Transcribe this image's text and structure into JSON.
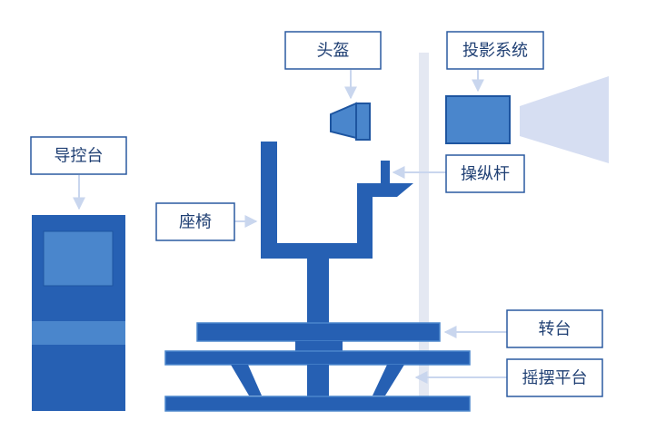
{
  "labels": {
    "helmet": "头盔",
    "projection": "投影系统",
    "console": "导控台",
    "joystick": "操纵杆",
    "seat": "座椅",
    "turntable": "转台",
    "swing_platform": "摇摆平台"
  },
  "colors": {
    "primary_blue": "#2660b3",
    "light_blue": "#4a86cc",
    "label_border": "#2a5aa0",
    "label_text": "#1f3f73",
    "arrow": "#c9d6ee",
    "projection_beam": "#d6def2",
    "pole": "#e4e8f2"
  }
}
